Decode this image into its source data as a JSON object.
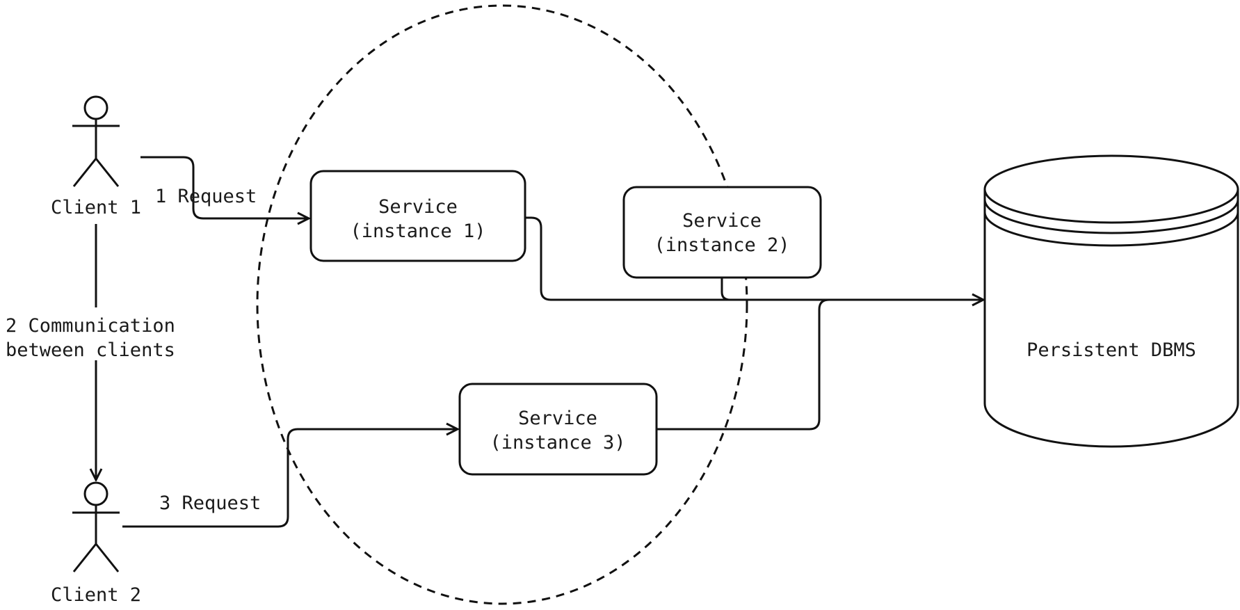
{
  "colors": {
    "stroke": "#111111",
    "text": "#1a1a1a",
    "background": "#ffffff"
  },
  "actors": {
    "client1": {
      "label": "Client 1",
      "icon": "stick-figure-icon"
    },
    "client2": {
      "label": "Client 2",
      "icon": "stick-figure-icon"
    }
  },
  "services": [
    {
      "line1": "Service",
      "line2": "(instance 1)"
    },
    {
      "line1": "Service",
      "line2": "(instance 2)"
    },
    {
      "line1": "Service",
      "line2": "(instance 3)"
    }
  ],
  "database": {
    "label": "Persistent DBMS",
    "icon": "database-cylinder-icon"
  },
  "edges": {
    "request1": "1 Request",
    "communication_line1": "2 Communication",
    "communication_line2": "between clients",
    "request3": "3 Request"
  },
  "cluster": {
    "style": "dashed-circle"
  }
}
